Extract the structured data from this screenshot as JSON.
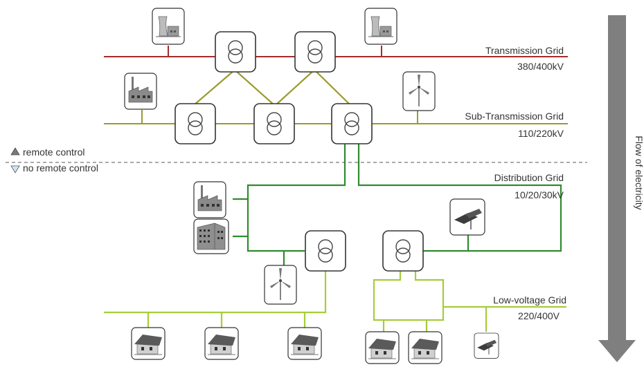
{
  "colors": {
    "transmission": "#a52a2a",
    "sub_transmission": "#9a9a2e",
    "distribution": "#2e8b2e",
    "low_voltage": "#a6cc3a",
    "arrow": "#7f7f7f"
  },
  "grids": [
    {
      "name": "Transmission Grid",
      "voltage": "380/400kV"
    },
    {
      "name": "Sub-Transmission Grid",
      "voltage": "110/220kV"
    },
    {
      "name": "Distribution Grid",
      "voltage": "10/20/30kV"
    },
    {
      "name": "Low-voltage Grid",
      "voltage": "220/400V"
    }
  ],
  "legend": {
    "remote": "remote control",
    "no_remote": "no remote control"
  },
  "flow_label": "Flow of electricity",
  "icons": [
    "power-plant-icon",
    "power-plant-icon",
    "factory-icon",
    "wind-turbine-icon",
    "factory-icon",
    "office-building-icon",
    "solar-panel-icon",
    "wind-turbine-icon",
    "house-icon",
    "house-icon",
    "house-icon",
    "house-icon",
    "house-icon",
    "solar-panel-icon"
  ]
}
